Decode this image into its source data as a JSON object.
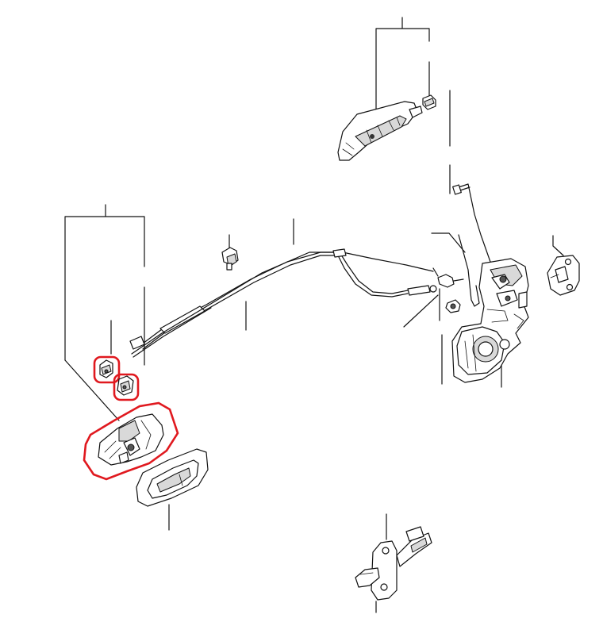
{
  "figure": {
    "kind": "exploded-parts-diagram",
    "line_color": "#111111",
    "background": "#ffffff",
    "highlight_color": "#e0191f"
  },
  "parts": [
    {
      "name": "outer-door-handle"
    },
    {
      "name": "handle-mounting-bolt"
    },
    {
      "name": "lock-rod"
    },
    {
      "name": "door-latch-assembly"
    },
    {
      "name": "door-striker"
    },
    {
      "name": "cable-clip"
    },
    {
      "name": "release-cable"
    },
    {
      "name": "lock-cable"
    },
    {
      "name": "cable-retainer-clip-upper",
      "highlighted": true
    },
    {
      "name": "cable-retainer-clip-lower",
      "highlighted": true
    },
    {
      "name": "inner-handle-mechanism",
      "highlighted": true
    },
    {
      "name": "inner-handle-bezel"
    },
    {
      "name": "door-check-strap"
    },
    {
      "name": "latch-screw"
    },
    {
      "name": "latch-bolt"
    }
  ],
  "highlights": {
    "count": 3
  }
}
